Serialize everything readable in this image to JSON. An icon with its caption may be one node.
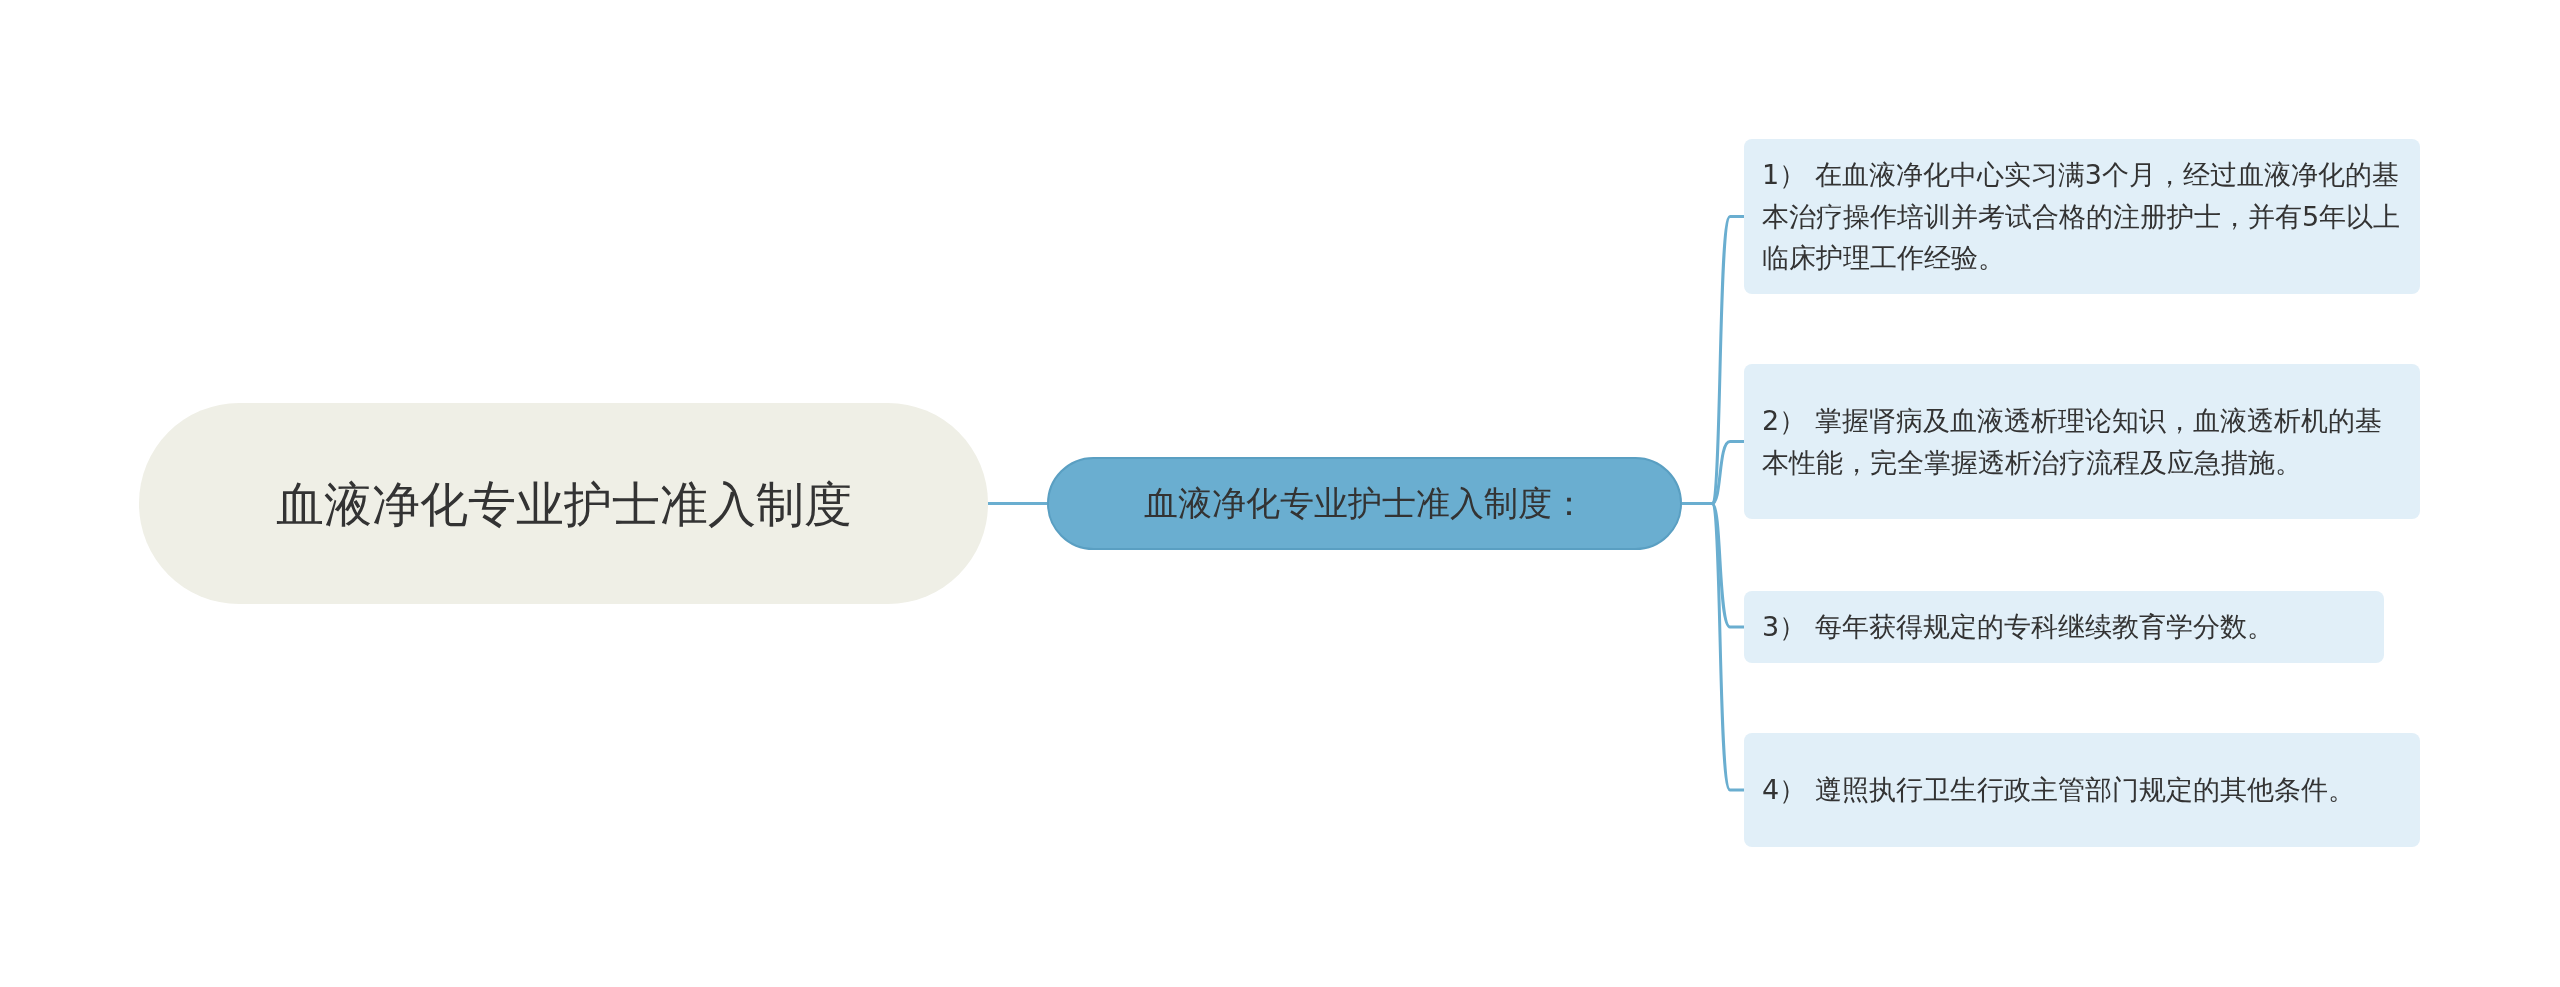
{
  "diagram": {
    "nodes": [
      {
        "text": [
          "血液净化专业护士准入制度"
        ]
      },
      {
        "text": [
          "血液净化专业护士准入制度："
        ]
      },
      {
        "text": [
          "1） 在血液净化中心实习满3个月，经过血液净化的基本治疗操作培训并考试合格的注册护士，并有5年以上临床护理工作经验。"
        ]
      },
      {
        "text": [
          "2） 掌握肾病及血液透析理论知识，血液透析机的基本性能，完全掌握透析治疗流程及应急措施。"
        ]
      },
      {
        "text": [
          "3） 每年获得规定的专科继续教育学分数。"
        ]
      },
      {
        "text": [
          "4） 遵照执行卫生行政主管部门规定的其他条件。"
        ]
      }
    ],
    "edges": [
      {
        "from": 0,
        "to": 1,
        "arrow": "none"
      },
      {
        "from": 1,
        "to": 2,
        "arrow": "none"
      },
      {
        "from": 1,
        "to": 3,
        "arrow": "none"
      },
      {
        "from": 1,
        "to": 4,
        "arrow": "none"
      },
      {
        "from": 1,
        "to": 5,
        "arrow": "none"
      }
    ]
  }
}
